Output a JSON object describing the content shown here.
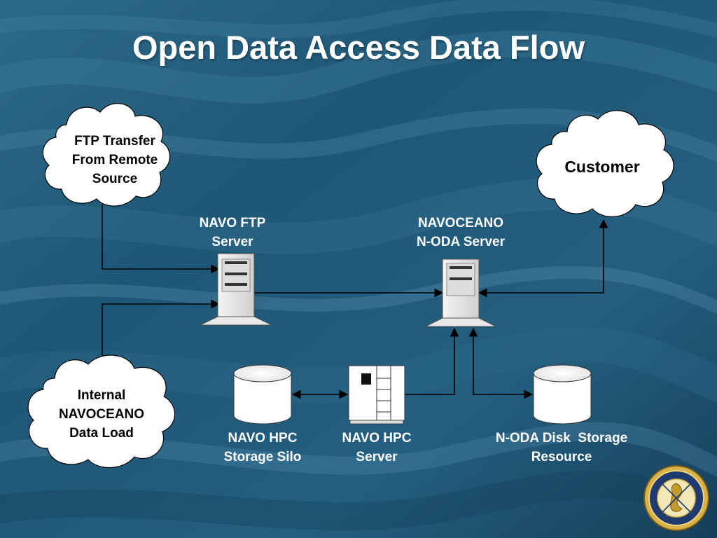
{
  "slide": {
    "title": "Open Data Access Data Flow",
    "colors": {
      "background": "#1d4f6c",
      "text": "#ffffff",
      "cloud_fill": "#ffffff",
      "connector": "#000000"
    }
  },
  "nodes": {
    "ftp_source": {
      "lines": [
        "FTP Transfer",
        "From Remote",
        "Source"
      ],
      "icon": "cloud-icon"
    },
    "internal_load": {
      "lines": [
        "Internal",
        "NAVOCEANO",
        "Data Load"
      ],
      "icon": "cloud-icon"
    },
    "customer": {
      "lines": [
        "Customer"
      ],
      "icon": "cloud-icon"
    },
    "ftp_server": {
      "lines": [
        "NAVO FTP",
        "Server"
      ],
      "icon": "server-tower-icon"
    },
    "noda_server": {
      "lines": [
        "NAVOCEANO",
        "N-ODA Server"
      ],
      "icon": "server-tower-icon"
    },
    "hpc_silo": {
      "lines": [
        "NAVO HPC",
        "Storage Silo"
      ],
      "icon": "disk-storage-icon"
    },
    "hpc_server": {
      "lines": [
        "NAVO HPC",
        "Server"
      ],
      "icon": "mainframe-icon"
    },
    "noda_disk": {
      "lines": [
        "N-ODA Disk  Storage",
        "Resource"
      ],
      "icon": "disk-storage-icon"
    }
  },
  "seal": {
    "icon": "navoceano-seal-icon"
  }
}
